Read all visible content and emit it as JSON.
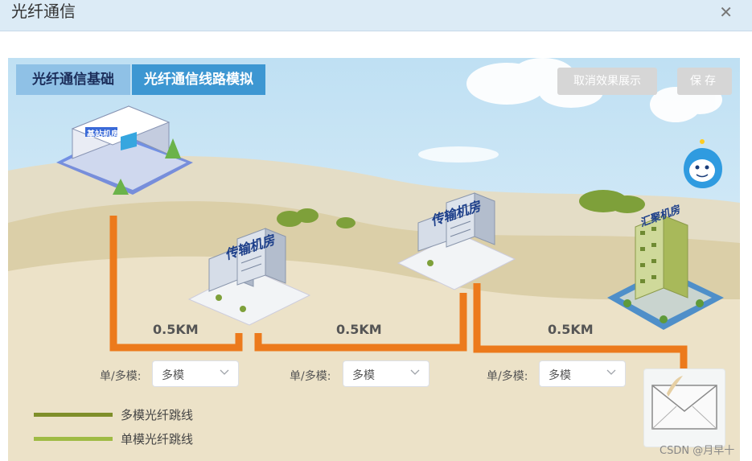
{
  "window": {
    "title": "光纤通信"
  },
  "tabs": [
    {
      "label": "光纤通信基础"
    },
    {
      "label": "光纤通信线路模拟"
    }
  ],
  "toolbar": {
    "cancel_label": "取消效果展示",
    "save_label": "保存"
  },
  "buildings": [
    {
      "label": "基站机房"
    },
    {
      "label": "传输机房"
    },
    {
      "label": "传输机房"
    },
    {
      "label": "汇聚机房"
    }
  ],
  "links": [
    {
      "distance": "0.5KM",
      "mode_label": "单/多模:",
      "mode_value": "多模"
    },
    {
      "distance": "0.5KM",
      "mode_label": "单/多模:",
      "mode_value": "多模"
    },
    {
      "distance": "0.5KM",
      "mode_label": "单/多模:",
      "mode_value": "多模"
    }
  ],
  "legend": [
    {
      "label": "多模光纤跳线",
      "color": "#7f8f2a"
    },
    {
      "label": "单模光纤跳线",
      "color": "#9fbb44"
    }
  ],
  "colors": {
    "fiber": "#ec7a1c",
    "tab_active": "#3d97d2",
    "tab_inactive": "#8fc1e6"
  },
  "watermark": "CSDN @月早十"
}
